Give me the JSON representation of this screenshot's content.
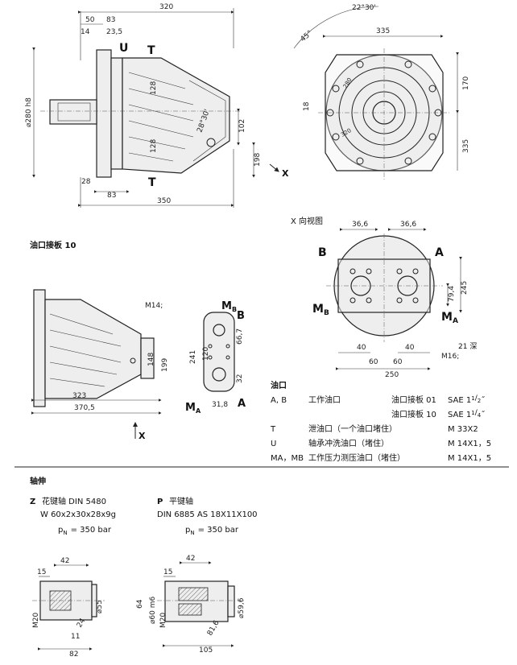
{
  "side_view": {
    "dims": {
      "overall": "320",
      "d50": "50",
      "d83": "83",
      "d14": "14",
      "d23_5": "23,5",
      "dia280": "⌀280 h8",
      "d128a": "128",
      "d128b": "128",
      "d102": "102",
      "d198": "198",
      "d28": "28",
      "d83b": "83",
      "d350": "350",
      "d28_30": "28°30'"
    },
    "ports": {
      "U": "U",
      "T_top": "T",
      "T_bottom": "T"
    },
    "view_arrow": "X"
  },
  "front_view": {
    "dims": {
      "angle1": "22°30'",
      "angle2": "45°",
      "d335a": "335",
      "d170": "170",
      "d18": "18",
      "d335b": "335",
      "d280": "280",
      "d320": "320"
    }
  },
  "x_view": {
    "title": "X 向视图",
    "dims": {
      "d36_6a": "36,6",
      "d36_6b": "36,6",
      "d79_4": "79,4",
      "d245": "245",
      "d40a": "40",
      "d40b": "40",
      "d60a": "60",
      "d60b": "60",
      "d250": "250",
      "depth": "21 深",
      "m16": "M16;"
    },
    "ports": {
      "B": "B",
      "A": "A",
      "MB": "M",
      "MB_sub": "B",
      "MA": "M",
      "MA_sub": "A"
    }
  },
  "port_plate": {
    "title": "油口接板  10",
    "dims": {
      "m14": "M14;",
      "d148": "148",
      "d199": "199",
      "d323": "323",
      "d370_5": "370,5",
      "d241": "241",
      "d120": "120",
      "d66_7": "66,7",
      "d32": "32",
      "d31_8": "31,8"
    },
    "ports": {
      "MB": "M",
      "MB_sub": "B",
      "B": "B",
      "MA": "M",
      "MA_sub": "A",
      "A": "A"
    },
    "view_arrow": "X"
  },
  "port_table": {
    "title": "油口",
    "rows": [
      {
        "code": "A, B",
        "desc": "工作油口",
        "plate": "油口接板 01",
        "spec": "SAE  1",
        "frac_num": "1",
        "frac_den": "2",
        "tail": "˝"
      },
      {
        "code": "",
        "desc": "",
        "plate": "油口接板 10",
        "spec": "SAE  1",
        "frac_num": "1",
        "frac_den": "4",
        "tail": "˝"
      },
      {
        "code": "T",
        "desc": "泄油口（一个油口堵住）",
        "plate": "",
        "spec": "M  33X2",
        "frac_num": "",
        "frac_den": "",
        "tail": ""
      },
      {
        "code": "U",
        "desc": "轴承冲洗油口（堵住）",
        "plate": "",
        "spec": "M  14X1，5",
        "frac_num": "",
        "frac_den": "",
        "tail": ""
      },
      {
        "code": "MA，MB",
        "desc": "工作压力测压油口（堵住）",
        "plate": "",
        "spec": "M  14X1，5",
        "frac_num": "",
        "frac_den": "",
        "tail": ""
      }
    ]
  },
  "shaft": {
    "title": "轴伸",
    "z": {
      "letter": "Z",
      "name": "花键轴  DIN  5480",
      "spec": "W  60x2x30x28x9g",
      "pn": "p",
      "pn_sub": "N",
      "pn_val": "=  350  bar",
      "dims": {
        "d42": "42",
        "d15": "15",
        "d55": "⌀55",
        "d24": "24",
        "m20": "M20",
        "d11": "11",
        "d82": "82"
      }
    },
    "p": {
      "letter": "P",
      "name": "平键轴",
      "spec": "DIN  6885  AS  18X11X100",
      "pn": "p",
      "pn_sub": "N",
      "pn_val": "=  350  bar",
      "dims": {
        "d42": "42",
        "d15": "15",
        "d64": "64",
        "d60": "⌀60 m6",
        "m20": "M20",
        "d59_6": "⌀59,6",
        "d81_6": "81,6",
        "d105": "105"
      }
    }
  }
}
